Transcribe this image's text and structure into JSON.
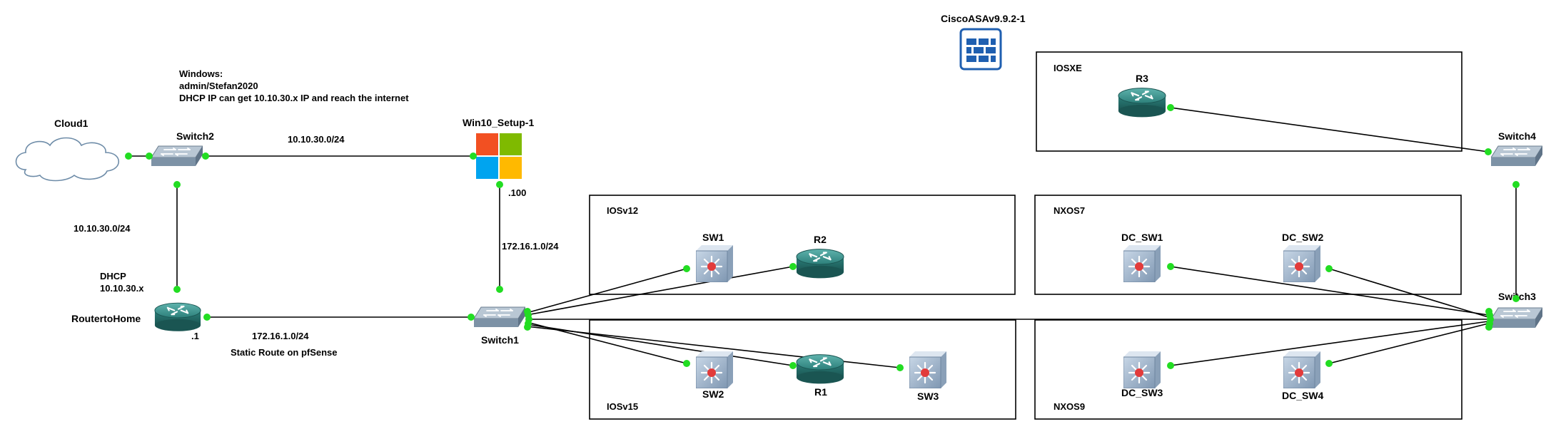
{
  "topology": {
    "firewall_label": "CiscoASAv9.9.2-1",
    "notes": {
      "windows_creds": [
        "Windows:",
        "admin/Stefan2020",
        "DHCP IP can get 10.10.30.x IP and reach the internet"
      ],
      "link_cloud_side": "10.10.30.0/24",
      "link_top": "10.10.30.0/24",
      "dhcp": [
        "DHCP",
        "10.10.30.x"
      ],
      "router_suffix": ".1",
      "link_bottom": "172.16.1.0/24",
      "static_route": "Static Route on pfSense",
      "win_suffix": ".100",
      "link_vertical": "172.16.1.0/24"
    },
    "groups": {
      "iosxe": "IOSXE",
      "iosv12": "IOSv12",
      "iosv15": "IOSv15",
      "nxos7": "NXOS7",
      "nxos9": "NXOS9"
    },
    "nodes": {
      "cloud1": "Cloud1",
      "switch2": "Switch2",
      "win10": "Win10_Setup-1",
      "router_home": "RoutertoHome",
      "switch1": "Switch1",
      "sw1": "SW1",
      "r2": "R2",
      "sw2": "SW2",
      "r1": "R1",
      "sw3": "SW3",
      "r3": "R3",
      "switch4": "Switch4",
      "switch3": "Switch3",
      "dc_sw1": "DC_SW1",
      "dc_sw2": "DC_SW2",
      "dc_sw3": "DC_SW3",
      "dc_sw4": "DC_SW4"
    },
    "colors": {
      "port": "#22dd22",
      "router": "#2a7f7a",
      "switch": "#8296a8",
      "ms_red": "#f25022",
      "ms_green": "#7fba00",
      "ms_blue": "#00a4ef",
      "ms_yellow": "#ffb900",
      "firewall": "#1f5fb0"
    }
  }
}
